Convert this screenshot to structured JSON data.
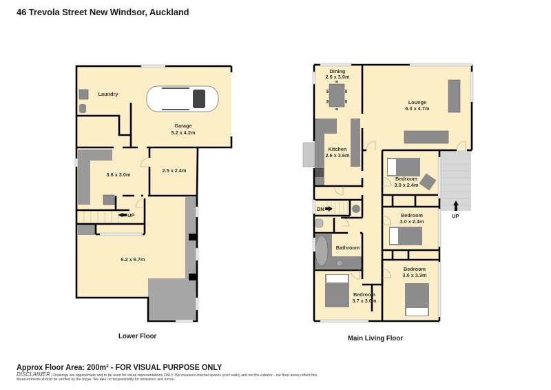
{
  "header": {
    "address": "46 Trevola Street New Windsor, Auckland"
  },
  "colors": {
    "floor_fill": "#fcefc7",
    "wall": "#000000",
    "fixture_gray": "#8c8c8c",
    "deck_gray": "#a6a6a6",
    "stair_gray": "#d2d2d2",
    "window": "#e6e6e6"
  },
  "floors": [
    {
      "name": "Lower Floor",
      "rooms": [
        {
          "name": "Laundry",
          "dimensions": ""
        },
        {
          "name": "Garage",
          "dimensions": "5.2 x 4.2m"
        },
        {
          "name": "",
          "dimensions": "3.8 x 3.0m"
        },
        {
          "name": "",
          "dimensions": "2.5 x 2.4m"
        },
        {
          "name": "",
          "dimensions": "6.2 x 6.7m"
        }
      ],
      "stairs_label": "UP"
    },
    {
      "name": "Main Living Floor",
      "rooms": [
        {
          "name": "Dining",
          "dimensions": "2.6 x 3.0m"
        },
        {
          "name": "Lounge",
          "dimensions": "6.0 x 4.7m"
        },
        {
          "name": "Kitchen",
          "dimensions": "2.6 x 3.6m"
        },
        {
          "name": "Bedroom",
          "dimensions": "3.0 x 2.4m"
        },
        {
          "name": "Bedroom",
          "dimensions": "3.0 x 2.4m"
        },
        {
          "name": "Bathroom",
          "dimensions": ""
        },
        {
          "name": "Bedroom",
          "dimensions": "3.0 x 3.3m"
        },
        {
          "name": "Bedroom",
          "dimensions": "3.7 x 3.0m"
        }
      ],
      "stairs_down_label": "DN",
      "stairs_up_label": "UP"
    }
  ],
  "footer": {
    "floor_area": "Approx Floor Area: 200m² - FOR VISUAL PURPOSE ONLY",
    "disclaimer_tag": "DISCLAIMER",
    "disclaimer_text": " | Drawings are approximate and to be used for visual representations ONLY. We measure internal spaces (excl walls) and not the exterior - our floor areas reflect this. Measurements should be verified by the buyer. We take no responsibility for omissions and errors."
  }
}
